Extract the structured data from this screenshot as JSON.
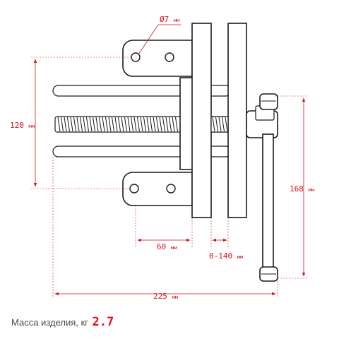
{
  "dimensions": {
    "hole_diameter": {
      "prefix": "Ø",
      "value": "7",
      "unit": "мм"
    },
    "spacing_vertical": {
      "value": "120",
      "unit": "мм"
    },
    "height_total": {
      "value": "168",
      "unit": "мм"
    },
    "plate_offset": {
      "value": "60",
      "unit": "мм"
    },
    "jaw_opening": {
      "value": "0-140",
      "unit": "мм"
    },
    "length_total": {
      "value": "225",
      "unit": "мм"
    }
  },
  "mass": {
    "label": "Масса изделия, кг",
    "value": "2.7"
  },
  "colors": {
    "dimension": "#d9141e",
    "outline": "#1a1a1a",
    "text": "#4a4a4a"
  }
}
